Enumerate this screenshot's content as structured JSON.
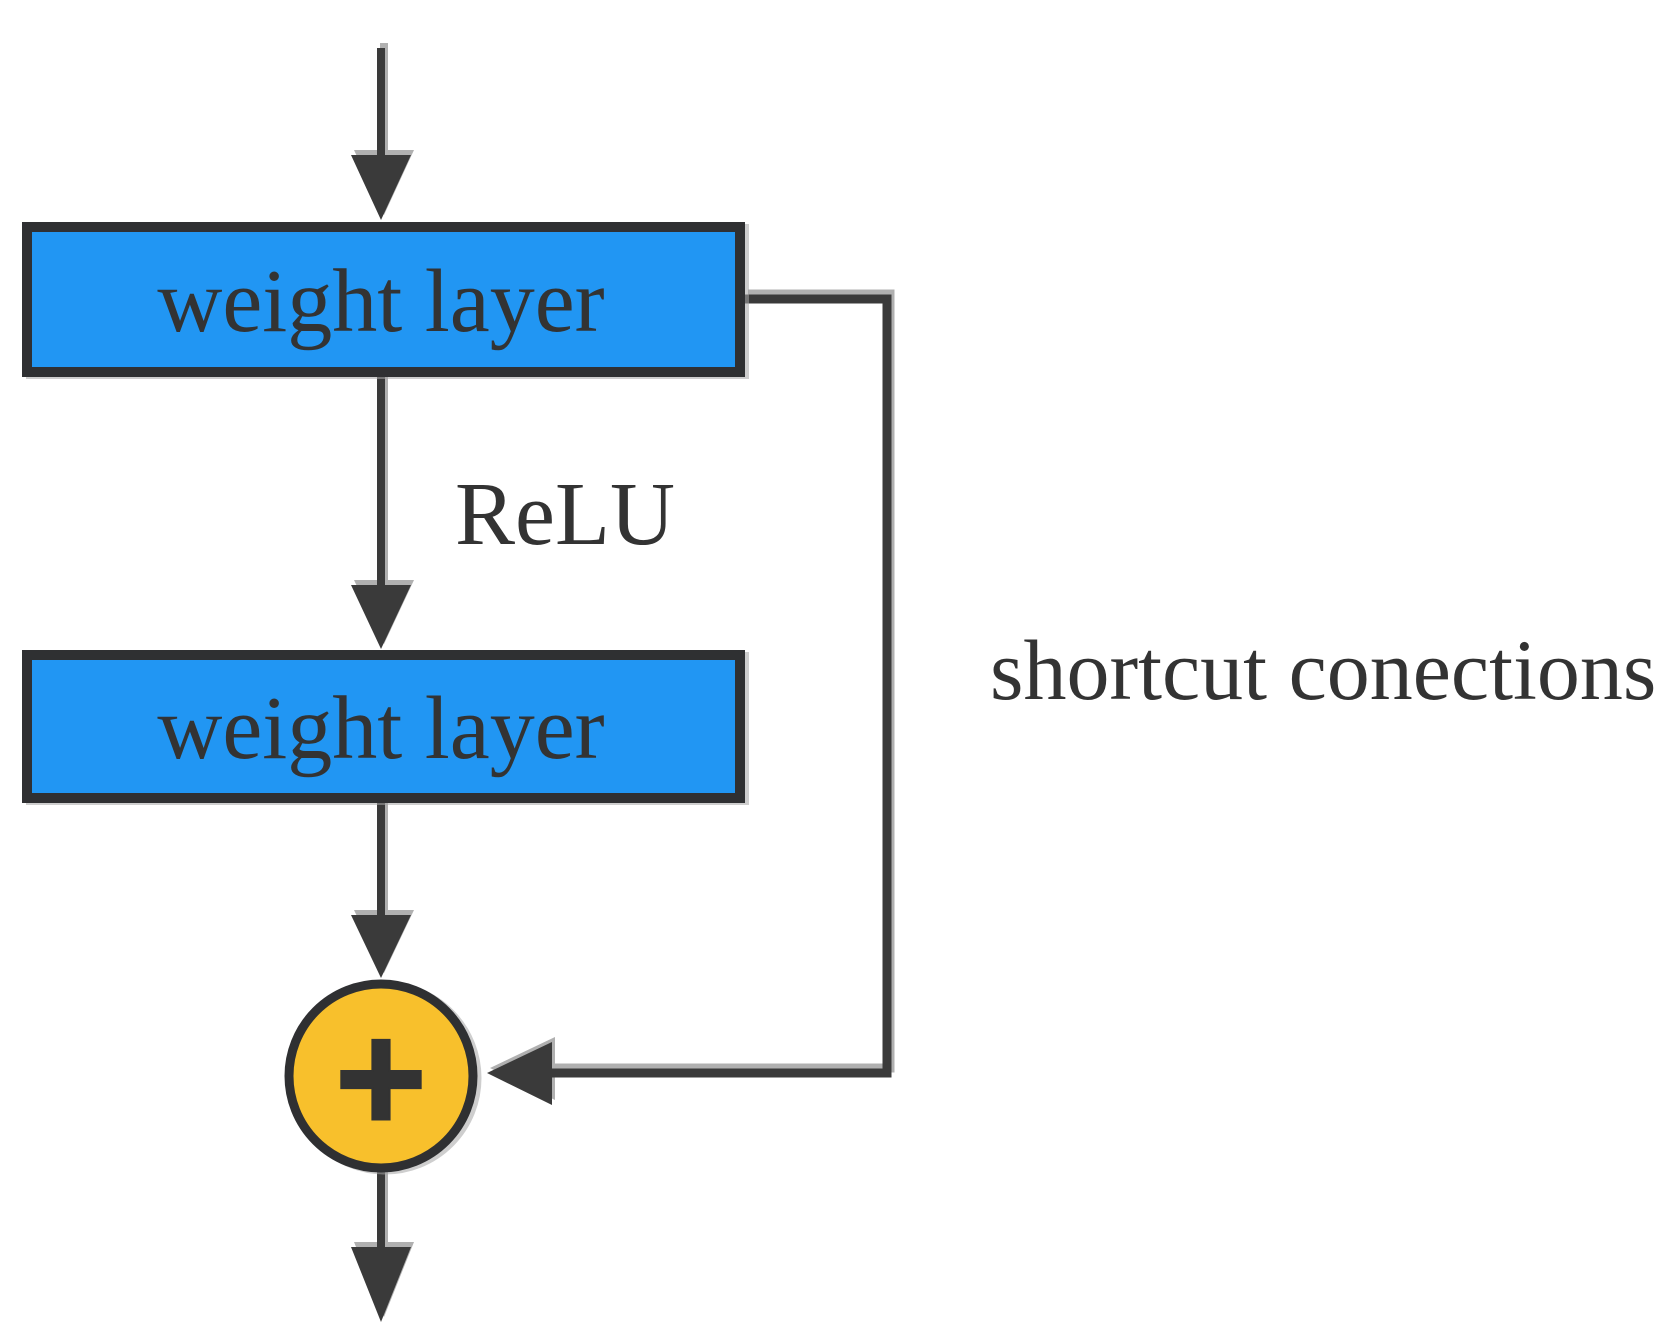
{
  "diagram": {
    "boxes": [
      {
        "label": "weight layer"
      },
      {
        "label": "weight layer"
      }
    ],
    "labels": {
      "activation": "ReLU",
      "shortcut": "shortcut conections",
      "operator": "+"
    },
    "colors": {
      "background": "#ffffff",
      "box_fill": "#2196f3",
      "box_border": "#2f3032",
      "node_fill": "#f8c02c",
      "node_border": "#2f3032",
      "connector": "#3a3a3a",
      "text": "#333333"
    }
  }
}
